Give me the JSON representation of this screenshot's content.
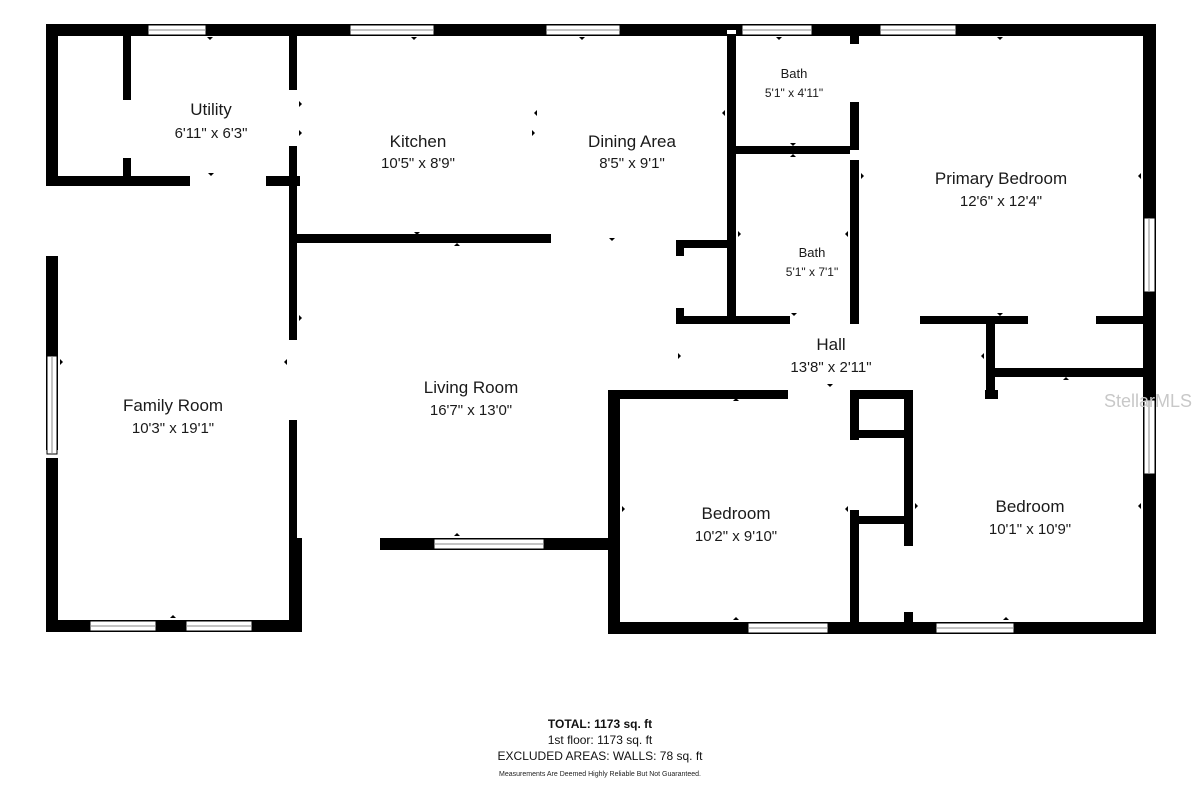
{
  "rooms": {
    "utility": {
      "name": "Utility",
      "dims": "6'11\" x 6'3\""
    },
    "kitchen": {
      "name": "Kitchen",
      "dims": "10'5\" x 8'9\""
    },
    "dining": {
      "name": "Dining Area",
      "dims": "8'5\" x 9'1\""
    },
    "bath_top": {
      "name": "Bath",
      "dims": "5'1\" x 4'11\""
    },
    "bath_mid": {
      "name": "Bath",
      "dims": "5'1\" x 7'1\""
    },
    "primary_bedroom": {
      "name": "Primary Bedroom",
      "dims": "12'6\" x 12'4\""
    },
    "hall": {
      "name": "Hall",
      "dims": "13'8\" x 2'11\""
    },
    "family_room": {
      "name": "Family Room",
      "dims": "10'3\" x 19'1\""
    },
    "living_room": {
      "name": "Living Room",
      "dims": "16'7\" x 13'0\""
    },
    "bedroom_left": {
      "name": "Bedroom",
      "dims": "10'2\" x 9'10\""
    },
    "bedroom_right": {
      "name": "Bedroom",
      "dims": "10'1\" x 10'9\""
    }
  },
  "watermark": "StellarMLS",
  "summary": {
    "total": "TOTAL: 1173 sq. ft",
    "floor": "1st floor: 1173 sq. ft",
    "excluded": "EXCLUDED AREAS: WALLS: 78 sq. ft",
    "disclaimer": "Measurements Are Deemed Highly Reliable But Not Guaranteed."
  },
  "colors": {
    "wall": "#000000",
    "background": "#ffffff",
    "text": "#1a1a1a"
  }
}
